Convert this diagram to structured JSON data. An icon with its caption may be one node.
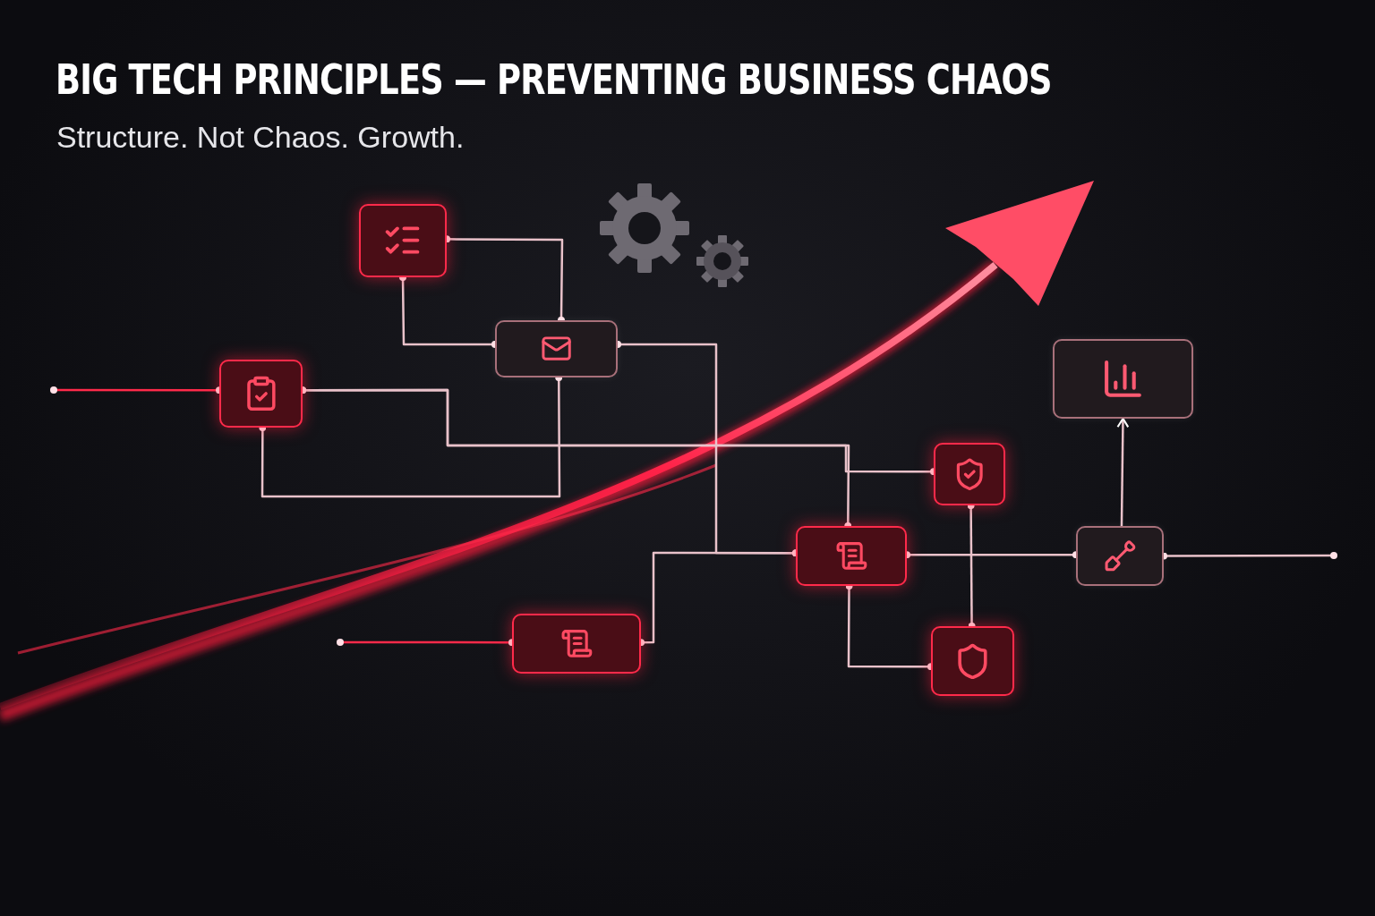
{
  "diagram": {
    "title": "BIG TECH PRINCIPLES — PREVENTING BUSINESS CHAOS",
    "caption": "Structure. Not Chaos. Growth.",
    "nodes": [
      {
        "text": [],
        "shape": "box"
      },
      {
        "text": [],
        "shape": "box"
      },
      {
        "text": [],
        "shape": "box"
      },
      {
        "text": [],
        "shape": "box"
      },
      {
        "text": [],
        "shape": "box"
      },
      {
        "text": [],
        "shape": "box"
      },
      {
        "text": [],
        "shape": "box"
      },
      {
        "text": [],
        "shape": "box"
      },
      {
        "text": [],
        "shape": "box"
      }
    ],
    "edges": [
      {
        "from": 0,
        "to": 1,
        "arrow": "other"
      },
      {
        "from": 0,
        "to": 1,
        "arrow": "other"
      },
      {
        "from": null,
        "to": 2,
        "arrow": "other",
        "color": "#ff2a4a"
      },
      {
        "from": 2,
        "to": 3,
        "arrow": "other"
      },
      {
        "from": 1,
        "to": 2,
        "arrow": "other"
      },
      {
        "from": 1,
        "to": 5,
        "arrow": "other"
      },
      {
        "from": 2,
        "to": 5,
        "arrow": "other"
      },
      {
        "from": 7,
        "to": 5,
        "arrow": "other"
      },
      {
        "from": 5,
        "to": 8,
        "arrow": "other"
      },
      {
        "from": 3,
        "to": 8,
        "arrow": "other"
      },
      {
        "from": 5,
        "to": 6,
        "arrow": "other"
      },
      {
        "from": 6,
        "to": 4,
        "arrow": "to"
      },
      {
        "from": 6,
        "to": null,
        "arrow": "other"
      },
      {
        "from": null,
        "to": 7,
        "arrow": "other",
        "color": "#ff2a4a"
      }
    ]
  }
}
